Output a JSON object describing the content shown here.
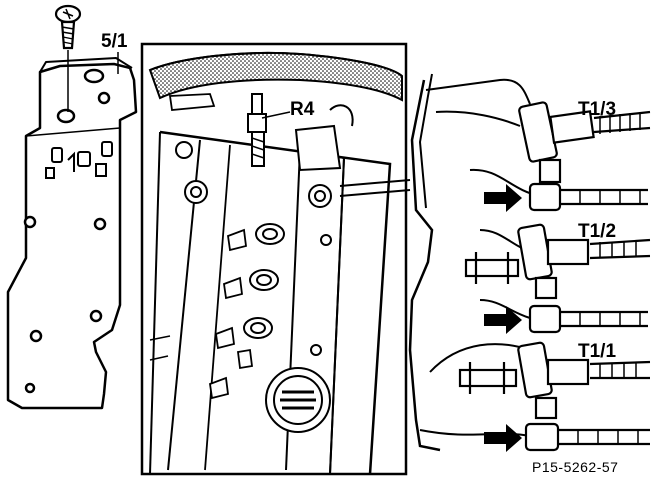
{
  "labels": {
    "cover": "5/1",
    "plug": "R4",
    "coil3": "T1/3",
    "coil2": "T1/2",
    "coil1": "T1/1"
  },
  "figure_number": "P15-5262-57",
  "colors": {
    "ink": "#000000",
    "paper": "#ffffff"
  },
  "icons": [
    "screw-icon",
    "arrow-right-icon"
  ]
}
